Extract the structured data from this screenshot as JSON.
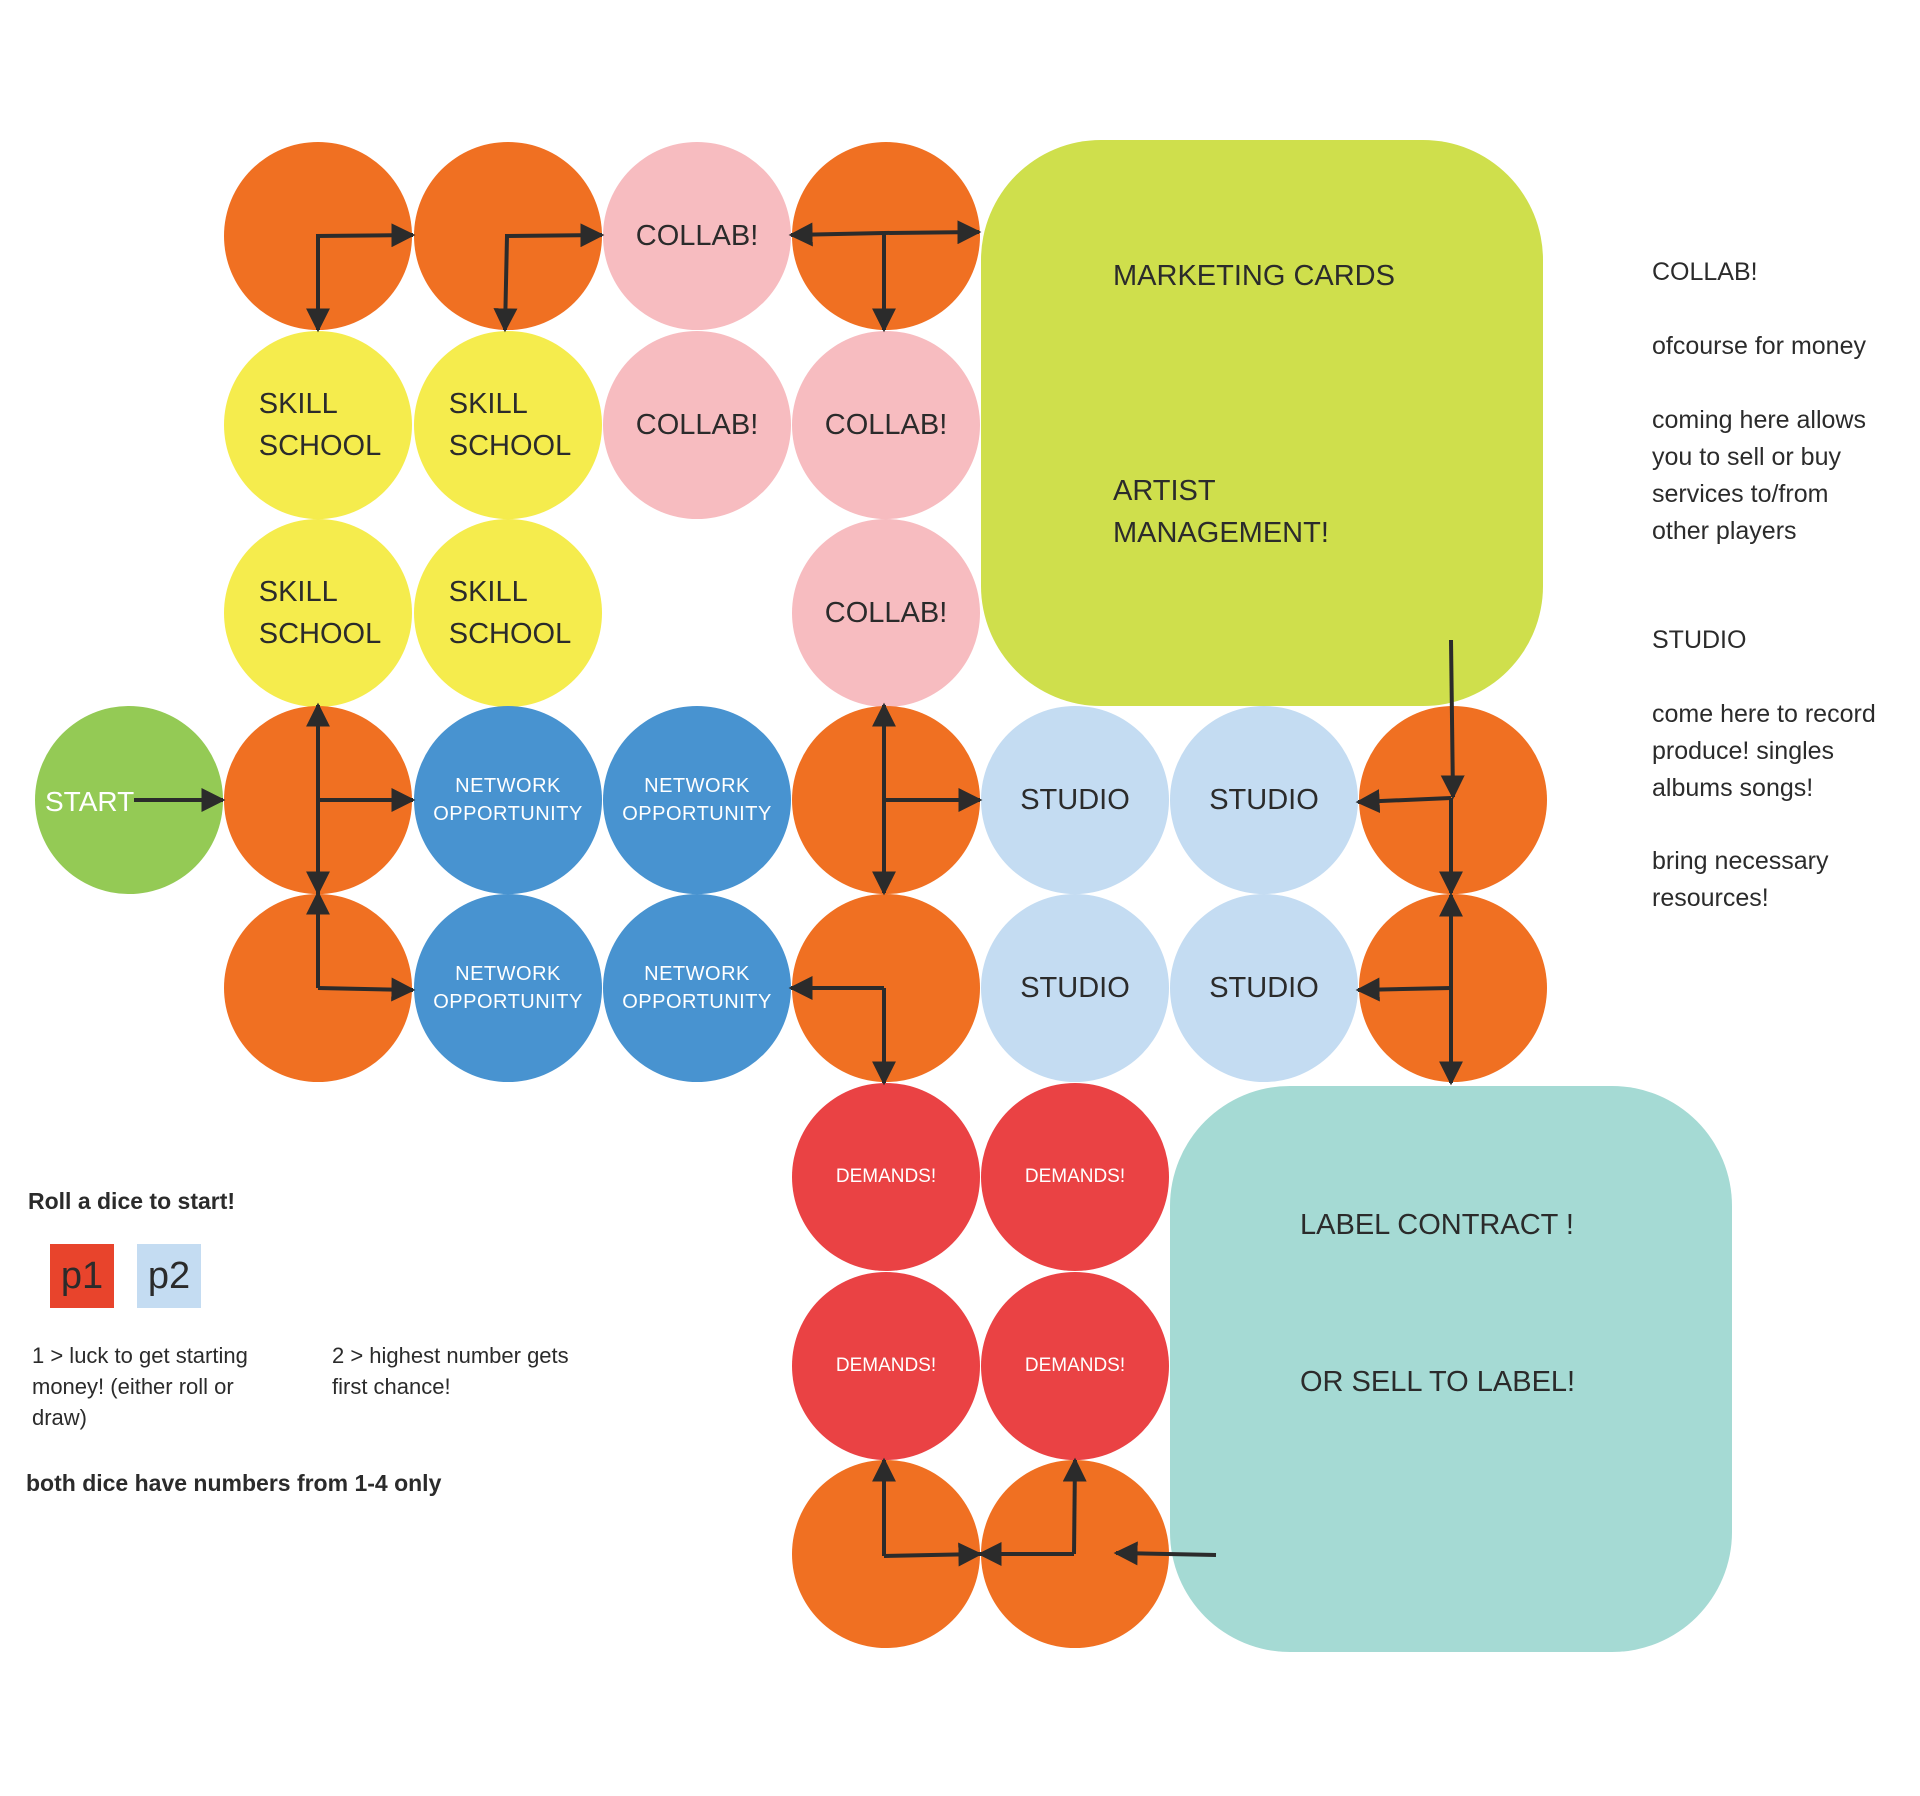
{
  "board": {
    "collab": "COLLAB!",
    "skill_school": "SKILL\nSCHOOL",
    "network_opportunity": "NETWORK\nOPPORTUNITY",
    "studio": "STUDIO",
    "demands": "DEMANDS!",
    "start": "START"
  },
  "marketing_box": {
    "line1": "MARKETING CARDS",
    "line2": "ARTIST\nMANAGEMENT!"
  },
  "label_box": {
    "line1": "LABEL CONTRACT !",
    "line2": "OR SELL TO LABEL!"
  },
  "sidebar": {
    "collab_title": "COLLAB!",
    "collab_note1": "ofcourse for money",
    "collab_note2": "coming here allows\nyou to sell or buy\nservices to/from\nother players",
    "studio_title": "STUDIO",
    "studio_note1": "come here to record\nproduce! singles\nalbums songs!",
    "studio_note2": "bring necessary\nresources!"
  },
  "rules": {
    "title": "Roll a dice to start!",
    "p1": "p1",
    "p2": "p2",
    "rule1": "1 > luck to get starting\nmoney! (either roll or\ndraw)",
    "rule2": "2 > highest number gets\nfirst chance!",
    "dice_note": "both dice have numbers from 1-4 only"
  },
  "colors": {
    "orange": "#f07022",
    "collab_pink": "#f7bcc0",
    "skill_yellow": "#f5ec4d",
    "network_blue": "#4893d0",
    "studio_lightblue": "#c4dcf2",
    "demands_red": "#ea4244",
    "start_green": "#94ca55",
    "marketing_lime": "#cfdf4c",
    "label_teal": "#a5dad4",
    "p1_token": "#e8442c",
    "p2_token": "#c4dcf2"
  }
}
